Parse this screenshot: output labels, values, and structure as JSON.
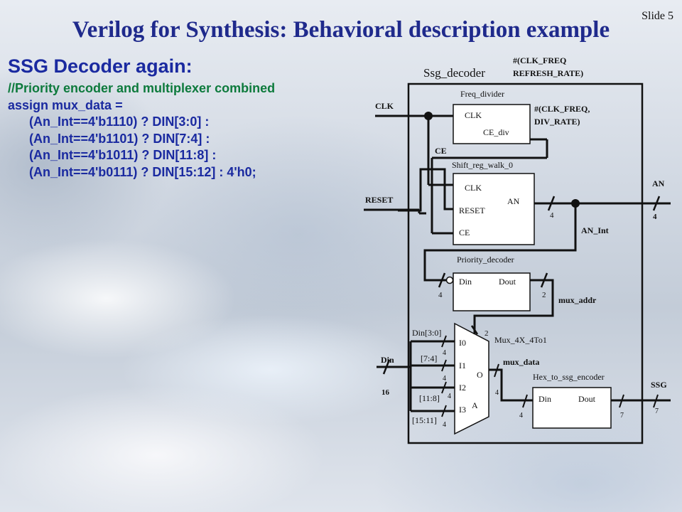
{
  "slide_number": "Slide 5",
  "title": "Verilog for Synthesis: Behavioral description example",
  "heading": "SSG Decoder again:",
  "code": {
    "comment": "//Priority encoder and multiplexer combined",
    "assign_keyword": "assign",
    "assign_rest": " mux_data =",
    "lines": [
      "(An_Int==4'b1110) ? DIN[3:0]  :",
      "(An_Int==4'b1101) ? DIN[7:4]  :",
      "(An_Int==4'b1011) ? DIN[11:8] :",
      "(An_Int==4'b0111) ? DIN[15:12] : 4'h0;"
    ]
  },
  "diagram": {
    "top_module": "Ssg_decoder",
    "top_params": [
      "#(CLK_FREQ",
      "REFRESH_RATE)"
    ],
    "freq_divider": {
      "name": "Freq_divider",
      "ports": [
        "CLK",
        "CE_div"
      ],
      "params": [
        "#(CLK_FREQ,",
        "DIV_RATE)"
      ]
    },
    "shift_reg": {
      "name": "Shift_reg_walk_0",
      "ports": [
        "CLK",
        "RESET",
        "CE",
        "AN"
      ]
    },
    "priority_decoder": {
      "name": "Priority_decoder",
      "ports": [
        "Din",
        "Dout"
      ]
    },
    "mux": {
      "name": "Mux_4X_4To1",
      "inputs": [
        "I0",
        "I1",
        "I2",
        "I3"
      ],
      "output": "O",
      "select": "A"
    },
    "hex_encoder": {
      "name": "Hex_to_ssg_encoder",
      "ports": [
        "Din",
        "Dout"
      ]
    },
    "signals": {
      "clk": "CLK",
      "ce": "CE",
      "reset": "RESET",
      "an": "AN",
      "an_int": "AN_Int",
      "mux_addr": "mux_addr",
      "mux_data": "mux_data",
      "din": "Din",
      "ssg": "SSG"
    },
    "din_slices": [
      "Din[3:0]",
      "[7:4]",
      "[11:8]",
      "[15:11]"
    ],
    "widths": {
      "an_int": "4",
      "an_out": "4",
      "pd_in": "4",
      "pd_out": "2",
      "mux_sel": "2",
      "din": "16",
      "mux_in0": "4",
      "mux_in1": "4",
      "mux_in2": "4",
      "mux_in3": "4",
      "mux_out": "4",
      "hex_in": "4",
      "hex_out": "7",
      "ssg": "7"
    }
  }
}
